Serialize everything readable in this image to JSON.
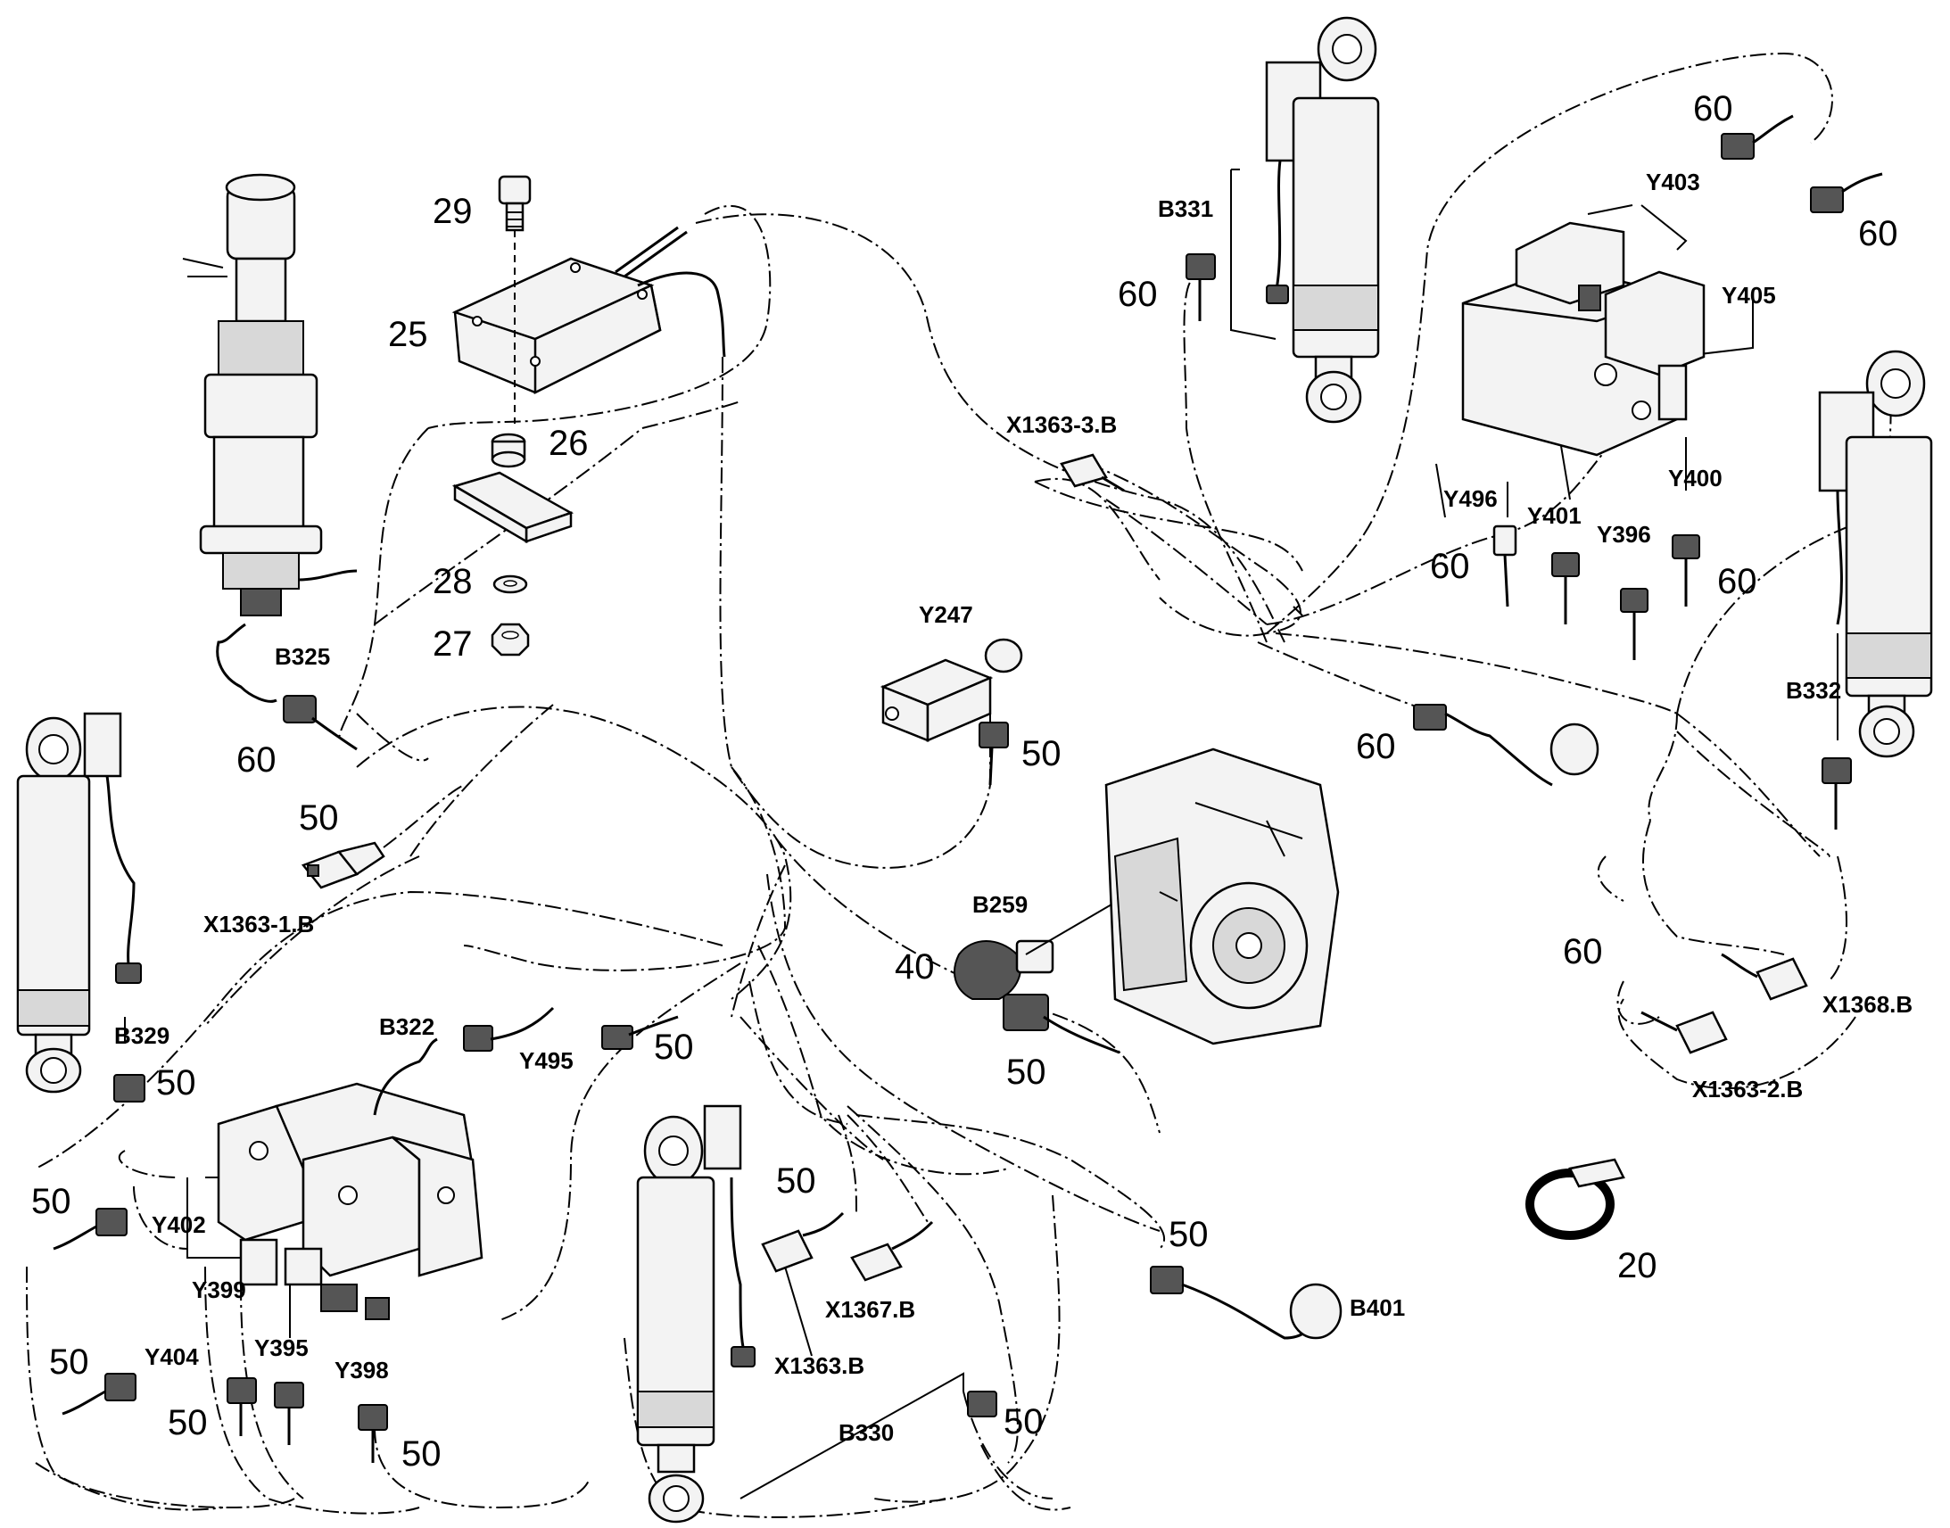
{
  "callouts": {
    "n29": "29",
    "n25": "25",
    "n26": "26",
    "n28": "28",
    "n27": "27",
    "b325": "B325",
    "n60_b325": "60",
    "n50_x1": "50",
    "x1363_1": "X1363-1.B",
    "b329": "B329",
    "n50_b329": "50",
    "b322": "B322",
    "y495": "Y495",
    "n50_y495": "50",
    "n50_y402": "50",
    "y402": "Y402",
    "y399": "Y399",
    "n50_y404": "50",
    "y404": "Y404",
    "y395": "Y395",
    "y398": "Y398",
    "n50_y399": "50",
    "n50_y398": "50",
    "y247": "Y247",
    "n50_y247": "50",
    "b259": "B259",
    "n40": "40",
    "n50_b259": "50",
    "n50_x1363": "50",
    "x1367": "X1367.B",
    "x1363": "X1363.B",
    "b330": "B330",
    "n50_b330": "50",
    "n50_b401": "50",
    "b401": "B401",
    "x1363_3": "X1363-3.B",
    "b331": "B331",
    "n60_b331": "60",
    "n60_y403": "60",
    "y403": "Y403",
    "n60_y405": "60",
    "y405": "Y405",
    "y496": "Y496",
    "y401": "Y401",
    "y396": "Y396",
    "y400": "Y400",
    "n60_y496": "60",
    "n60_y400": "60",
    "n60_mid": "60",
    "b332": "B332",
    "n60_x1368": "60",
    "x1368": "X1368.B",
    "x1363_2": "X1363-2.B",
    "n20": "20"
  },
  "icons": [
    "control-unit",
    "hydraulic-cylinder",
    "valve-block",
    "transmission",
    "sensor",
    "connector",
    "hose-clamp",
    "bolt",
    "washer",
    "nut"
  ]
}
